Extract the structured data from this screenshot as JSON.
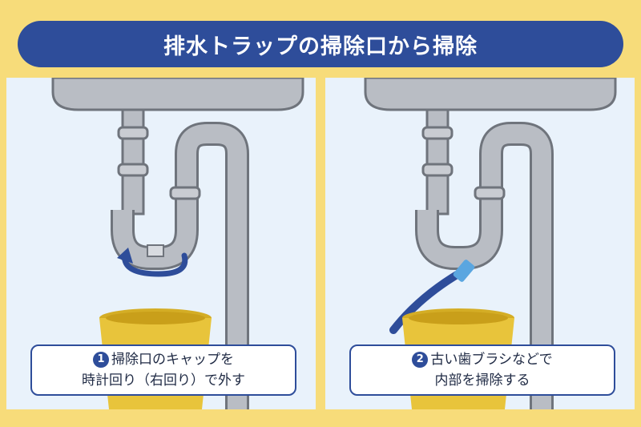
{
  "title": "排水トラップの掃除口から掃除",
  "steps": [
    {
      "number": "1",
      "line1": "掃除口のキャップを",
      "line2": "時計回り（右回り）で外す"
    },
    {
      "number": "2",
      "line1": "古い歯ブラシなどで",
      "line2": "内部を掃除する"
    }
  ],
  "colors": {
    "background": "#f7dc7a",
    "accent": "#2e4d9a",
    "panel": "#e9f2fb",
    "pipe": "#b9bdc4",
    "cup": "#e8c43b"
  }
}
